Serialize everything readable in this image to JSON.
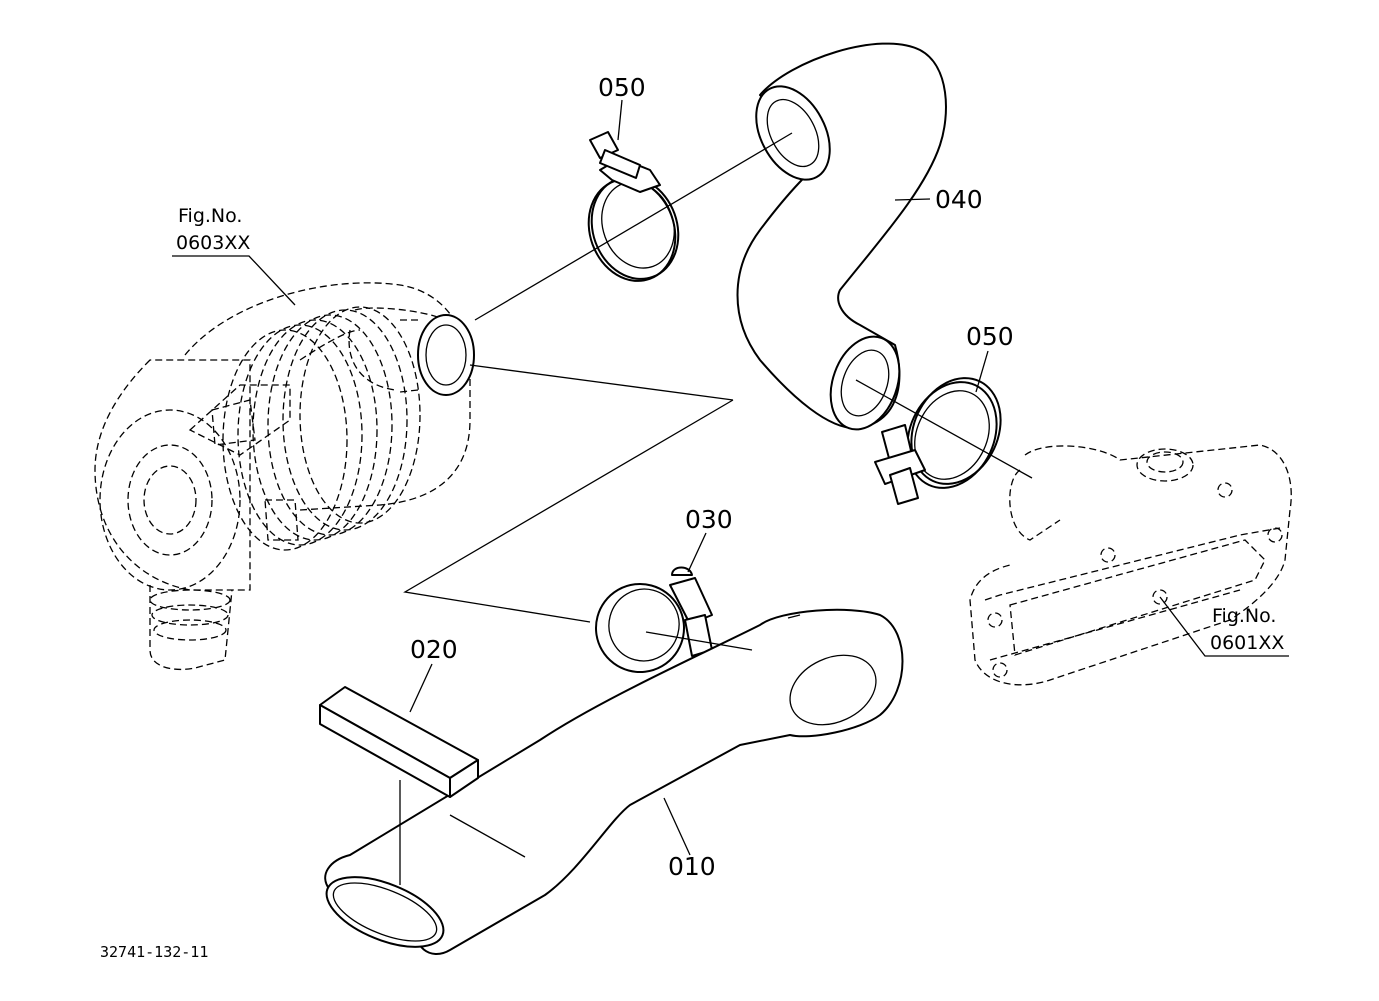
{
  "parts": {
    "p010": "010",
    "p020": "020",
    "p030": "030",
    "p040": "040",
    "p050_top": "050",
    "p050_right": "050"
  },
  "references": {
    "air_cleaner": {
      "line1": "Fig.No.",
      "line2": "0603XX"
    },
    "manifold": {
      "line1": "Fig.No.",
      "line2": "0601XX"
    }
  },
  "document_number": "32741-132-11"
}
